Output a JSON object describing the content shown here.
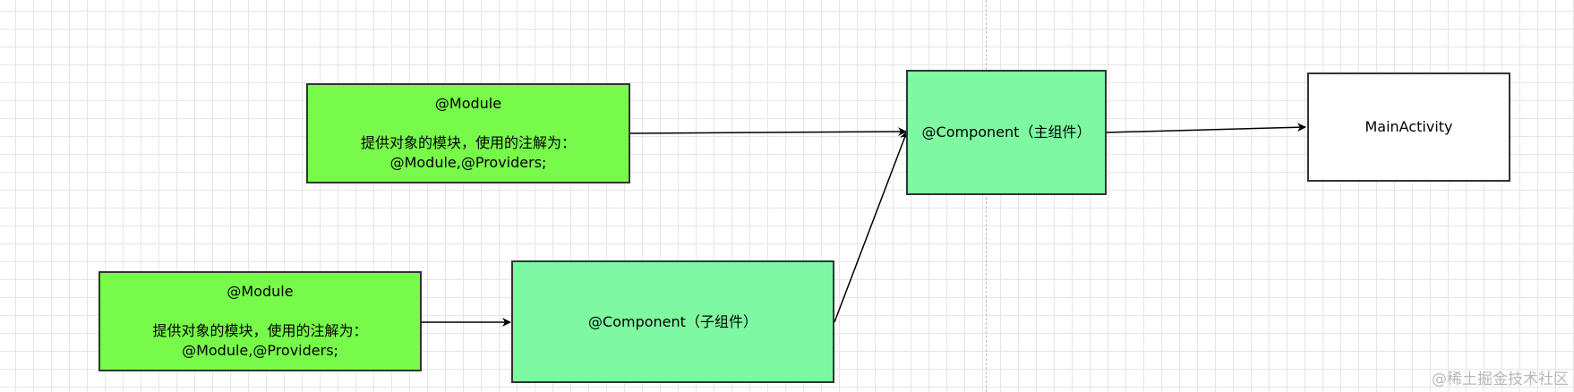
{
  "colors": {
    "module_fill": "#77fa4a",
    "component_fill": "#7ef9a1",
    "activity_fill": "#ffffff",
    "border": "#333333",
    "connector": "#000000",
    "grid": "#e6e6e6"
  },
  "nodes": {
    "module_top": {
      "title": "@Module",
      "line1": "提供对象的模块，使用的注解为：",
      "line2": "@Module,@Providers;"
    },
    "module_bottom": {
      "title": "@Module",
      "line1": "提供对象的模块，使用的注解为：",
      "line2": "@Module,@Providers;"
    },
    "main_component": {
      "label": "@Component（主组件）"
    },
    "sub_component": {
      "label": "@Component（子组件）"
    },
    "main_activity": {
      "label": "MainActivity"
    }
  },
  "edges": [
    {
      "from": "module_top",
      "to": "main_component"
    },
    {
      "from": "module_bottom",
      "to": "sub_component"
    },
    {
      "from": "sub_component",
      "to": "main_component"
    },
    {
      "from": "main_component",
      "to": "main_activity"
    }
  ],
  "watermark": "@稀土掘金技术社区"
}
